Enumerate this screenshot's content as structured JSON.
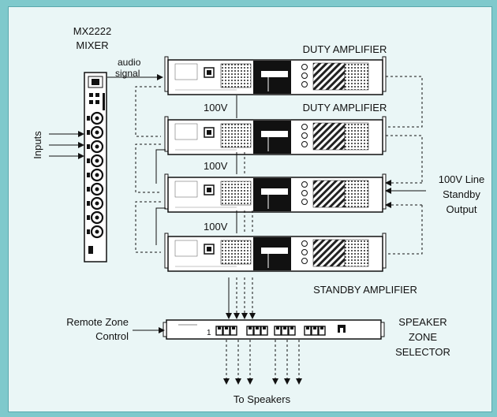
{
  "diagram": {
    "mixer_model": "MX2222",
    "mixer_word": "MIXER",
    "inputs": "Inputs",
    "audio": "audio",
    "signal": "signal",
    "duty_amp_1": "DUTY AMPLIFIER",
    "duty_amp_2": "DUTY AMPLIFIER",
    "standby_amp": "STANDBY AMPLIFIER",
    "line_100v_a": "100V",
    "line_100v_b": "100V",
    "line_100v_c": "100V",
    "line_standby_1": "100V Line",
    "line_standby_2": "Standby",
    "line_standby_3": "Output",
    "remote_1": "Remote Zone",
    "remote_2": "Control",
    "selector_1": "SPEAKER",
    "selector_2": "ZONE",
    "selector_3": "SELECTOR",
    "to_speakers": "To Speakers"
  },
  "colors": {
    "background": "#7fc9cc",
    "panel": "#eaf6f6",
    "line": "#111111"
  }
}
